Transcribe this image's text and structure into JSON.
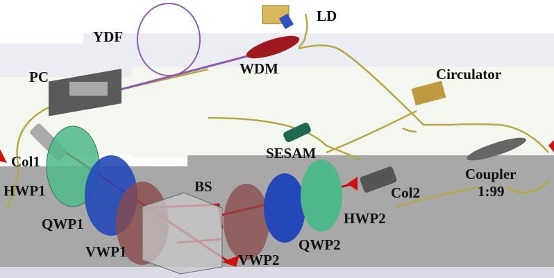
{
  "labels": {
    "ydf": "YDF",
    "ld": "LD",
    "wdm": "WDM",
    "pc": "PC",
    "circulator": "Circulator",
    "sesam": "SESAM",
    "col1": "Col1",
    "coupler": "Coupler",
    "coupler_ratio": "1:99",
    "hwp1": "HWP1",
    "qwp1": "QWP1",
    "vwp1": "VWP1",
    "bs": "BS",
    "vwp2": "VWP2",
    "qwp2": "QWP2",
    "hwp2": "HWP2",
    "col2": "Col2"
  },
  "colors": {
    "fiber": "#b5a842",
    "ydf": "#8e5ab0",
    "beam": "#c0111a",
    "hwp": "#4fb88a",
    "qwp": "#2448b8",
    "vwp": "#8a4a4a"
  }
}
